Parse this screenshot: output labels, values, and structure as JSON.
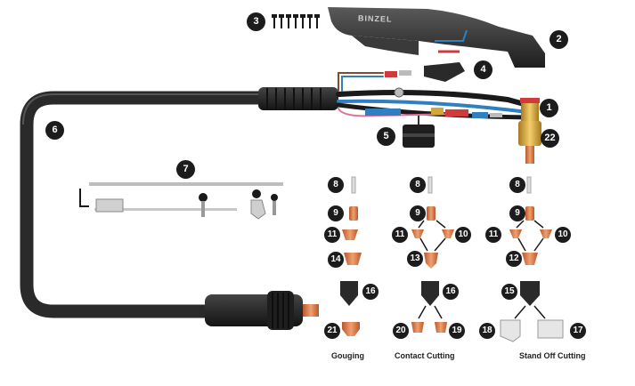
{
  "torch": {
    "brand_text": "BINZEL"
  },
  "callouts": {
    "n1": "1",
    "n2": "2",
    "n3": "3",
    "n4": "4",
    "n5": "5",
    "n6": "6",
    "n7": "7",
    "n22": "22",
    "c1_8": "8",
    "c1_9": "9",
    "c1_11": "11",
    "c1_14": "14",
    "c1_16": "16",
    "c1_21": "21",
    "c2_8": "8",
    "c2_9": "9",
    "c2_11": "11",
    "c2_10": "10",
    "c2_13": "13",
    "c2_16": "16",
    "c2_20": "20",
    "c2_19": "19",
    "c3_8": "8",
    "c3_9": "9",
    "c3_11": "11",
    "c3_10": "10",
    "c3_12": "12",
    "c3_15": "15",
    "c3_18": "18",
    "c3_17": "17"
  },
  "captions": {
    "gouging": "Gouging",
    "contact": "Contact Cutting",
    "standoff": "Stand Off Cutting"
  },
  "colors": {
    "cable": "#2a2a2a",
    "copper": "#d9784a",
    "brass": "#d4a63a",
    "blue_wire": "#2f7fc1",
    "red_wire": "#d03a3a",
    "pink_wire": "#e0709a"
  }
}
